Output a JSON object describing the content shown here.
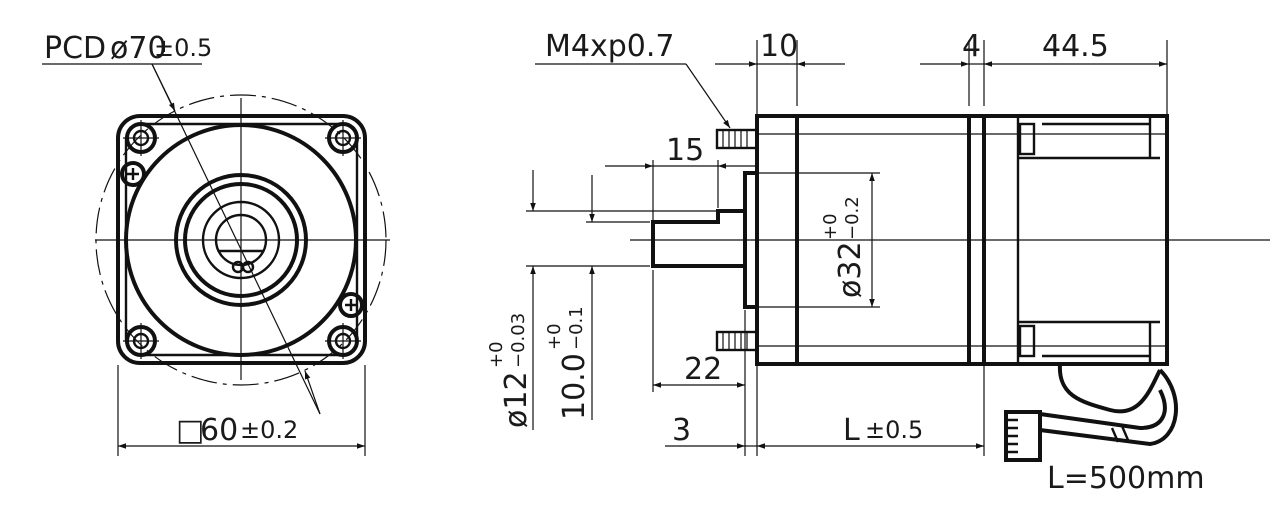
{
  "front_view": {
    "pcd_prefix": "PCD",
    "pcd_symbol": "ø70",
    "pcd_tol": "±0.5",
    "square_symbol": "□",
    "square_value": "60",
    "square_tol": "±0.2"
  },
  "side_view": {
    "thread": "M4xp0.7",
    "dim_10": "10",
    "dim_4": "4",
    "dim_44_5": "44.5",
    "dim_15": "15",
    "dim_22": "22",
    "dim_3": "3",
    "length_label": "L",
    "length_tol": "±0.5",
    "cable_length": "L=500mm",
    "pilot_dia": "ø32",
    "pilot_tol_upper": "+0",
    "pilot_tol_lower": "−0.2",
    "shaft_dia": "ø12",
    "shaft_tol_upper": "+0",
    "shaft_tol_lower": "−0.03",
    "flat_dim": "10.0",
    "flat_tol_upper": "+0",
    "flat_tol_lower": "−0.1"
  }
}
